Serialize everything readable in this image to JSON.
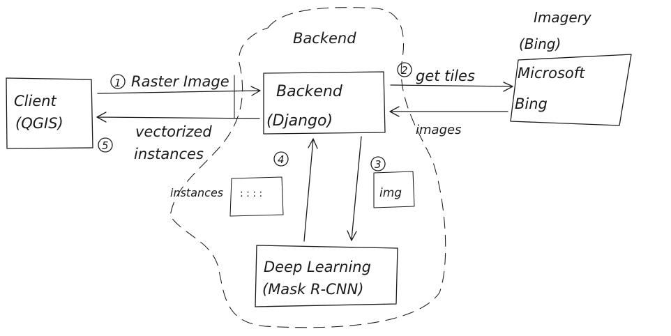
{
  "diagram": {
    "backend_region_label": "Backend",
    "client": {
      "line1": "Client",
      "line2": "(QGIS)"
    },
    "backend": {
      "line1": "Backend",
      "line2": "(Django)"
    },
    "bing": {
      "line1": "Microsoft",
      "line2": "Bing"
    },
    "imagery": {
      "line1": "Imagery",
      "line2": "(Bing)"
    },
    "deep_learning": {
      "line1": "Deep Learning",
      "line2": "(Mask R-CNN)"
    },
    "steps": {
      "step1": {
        "number": "1",
        "label": "Raster Image"
      },
      "step2": {
        "number": "2",
        "label": "get tiles"
      },
      "step3": {
        "number": "3"
      },
      "step4": {
        "number": "4"
      },
      "step5": {
        "number": "5",
        "label_line1": "vectorized",
        "label_line2": "instances"
      }
    },
    "images_label": "images",
    "img_label": "img",
    "instances_label": "instances",
    "instances_dots": ": : : :"
  }
}
